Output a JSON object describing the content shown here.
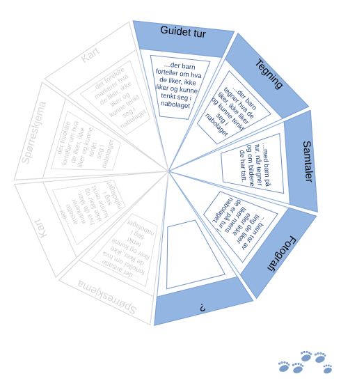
{
  "segments": [
    {
      "id": "guidet-tur",
      "title": "Guidet tur",
      "lines": [
        "…der barn",
        "forteller om hva",
        "de liker, ikke",
        "liker og kunne",
        "tenkt seg i",
        "nabolaget"
      ],
      "active": true
    },
    {
      "id": "tegning",
      "title": "Tegning",
      "lines": [
        "…der barn",
        "tegner hva de",
        "liker, ikke liker",
        "og kunne tenkt",
        "seg i",
        "nabolaget"
      ],
      "active": true
    },
    {
      "id": "samtaler",
      "title": "Samtaler",
      "lines": [
        "…med barn på",
        "tur, når tegner",
        "og om bildene",
        "de har tatt."
      ],
      "active": true
    },
    {
      "id": "fotografi",
      "title": "Fotografi",
      "lines": [
        "…barn tar av",
        "ting de liker",
        "eller ikke",
        "liker mens",
        "de er på tur i",
        "nabolaget."
      ],
      "active": true
    },
    {
      "id": "question",
      "title": "?",
      "lines": [],
      "active": true
    },
    {
      "id": "sporreskjema-bottom",
      "title": "Spørreskjema",
      "lines": [
        "…der ansatte",
        "forteller om hva",
        "de liker, ikke",
        "liker og kunne",
        "tenkt",
        "seg i",
        "nabolaget"
      ],
      "active": false
    },
    {
      "id": "kart-bottom",
      "title": "Kart",
      "lines": [
        "…der",
        "ansatte",
        "markerer",
        "hva de liker,",
        "ikke liker og",
        "kunne tenkt",
        "seg i",
        "nabolaget"
      ],
      "active": false
    },
    {
      "id": "sporreskjema-left",
      "title": "Spørreskjema",
      "lines": [
        "…der foreldre",
        "forteller om hva",
        "de liker, ikke",
        "liker og kunne",
        "tenkt",
        "seg i",
        "nabolaget"
      ],
      "active": false
    },
    {
      "id": "kart-top",
      "title": "Kart",
      "lines": [
        "…der foreldre",
        "markerer hva",
        "de liker, ikke",
        "liker og",
        "kunne tenkt",
        "seg i",
        "nabolaget"
      ],
      "active": false
    }
  ],
  "footprints_icon": "footprints-icon",
  "colors": {
    "accent": "#93b5e2",
    "text_active": "#1f3f7a",
    "inactive": "#d6d6d6"
  }
}
